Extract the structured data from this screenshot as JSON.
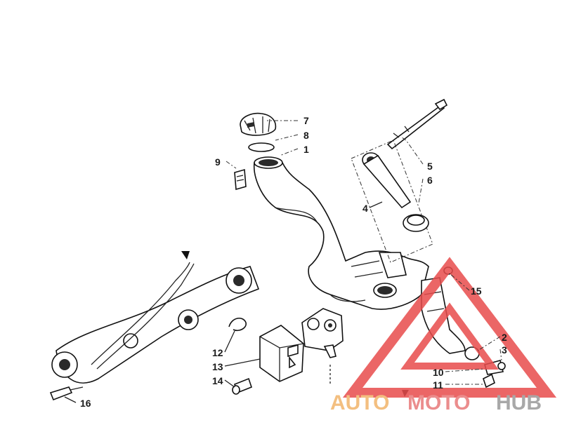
{
  "diagram": {
    "callouts": [
      {
        "id": "c1",
        "text": "1"
      },
      {
        "id": "c2",
        "text": "2"
      },
      {
        "id": "c3",
        "text": "3"
      },
      {
        "id": "c4",
        "text": "4"
      },
      {
        "id": "c5",
        "text": "5"
      },
      {
        "id": "c6",
        "text": "6"
      },
      {
        "id": "c7",
        "text": "7"
      },
      {
        "id": "c8",
        "text": "8"
      },
      {
        "id": "c9",
        "text": "9"
      },
      {
        "id": "c10",
        "text": "10"
      },
      {
        "id": "c11",
        "text": "11"
      },
      {
        "id": "c12",
        "text": "12"
      },
      {
        "id": "c13",
        "text": "13"
      },
      {
        "id": "c14",
        "text": "14"
      },
      {
        "id": "c15",
        "text": "15"
      },
      {
        "id": "c16",
        "text": "16"
      }
    ]
  },
  "watermark": {
    "part1": "AUTO",
    "part2": "MOTO",
    "part3": "HUB",
    "colors": {
      "auto": "#f2b56a",
      "moto": "#e87a7a",
      "hub": "#9a9a9a",
      "triangle": "#e84c4c"
    }
  }
}
